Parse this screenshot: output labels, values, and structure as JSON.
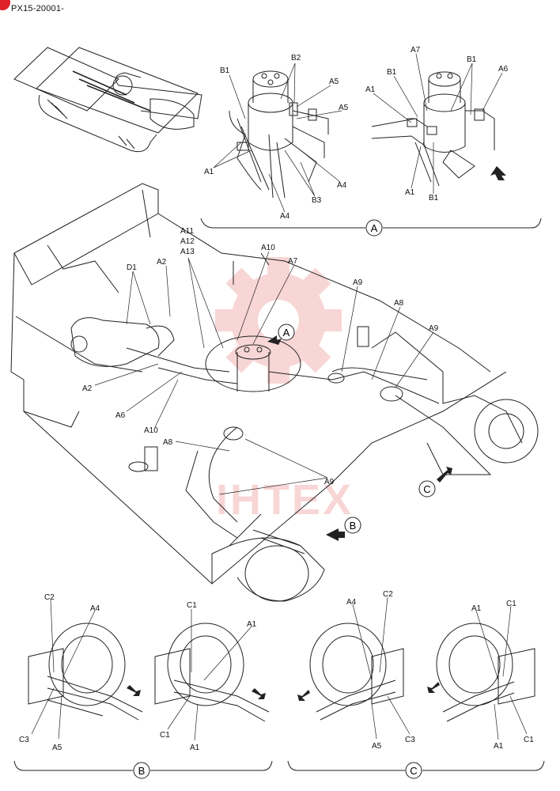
{
  "header": {
    "code": "PX15-20001-"
  },
  "watermark": {
    "text": "IHTEX",
    "color": "#f3b5b5"
  },
  "accent": "#e0202a",
  "views": {
    "A": {
      "letter": "A"
    },
    "B": {
      "letter": "B"
    },
    "C": {
      "letter": "C"
    }
  },
  "labels": {
    "a_B1": "B1",
    "a_B2": "B2",
    "a_A5a": "A5",
    "a_A5b": "A5",
    "a_A1": "A1",
    "a_A4a": "A4",
    "a_B3": "B3",
    "a_A4b": "A4",
    "r_A7": "A7",
    "r_B1a": "B1",
    "r_B1b": "B1",
    "r_A6": "A6",
    "r_A1a": "A1",
    "r_A1b": "A1",
    "r_B1c": "B1",
    "m_A11": "A11",
    "m_A12": "A12",
    "m_A13": "A13",
    "m_A10a": "A10",
    "m_A7": "A7",
    "m_D1": "D1",
    "m_A2a": "A2",
    "m_A2b": "A2",
    "m_A6": "A6",
    "m_A10b": "A10",
    "m_A8a": "A8",
    "m_A9a": "A9",
    "m_A8b": "A8",
    "m_A9b": "A9",
    "m_A9c": "A9",
    "b1_C2": "C2",
    "b1_A4": "A4",
    "b1_C3": "C3",
    "b1_A5": "A5",
    "b2_C1a": "C1",
    "b2_A1a": "A1",
    "b2_C1b": "C1",
    "b2_A1b": "A1",
    "c1_A4": "A4",
    "c1_C2": "C2",
    "c1_A5": "A5",
    "c1_C3": "C3",
    "c2_A1a": "A1",
    "c2_C1a": "C1",
    "c2_A1b": "A1",
    "c2_C1b": "C1"
  }
}
